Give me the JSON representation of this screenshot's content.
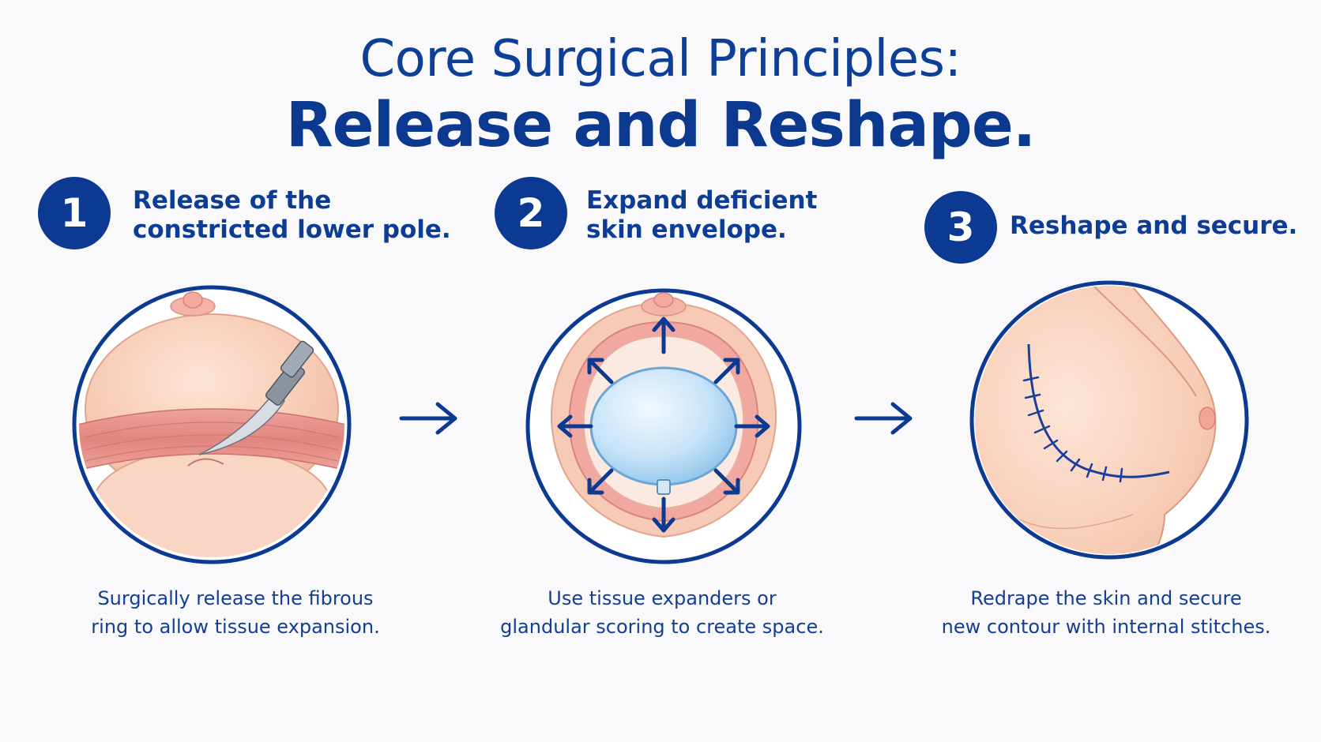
{
  "title": {
    "line1": "Core Surgical Principles:",
    "line2": "Release and Reshape."
  },
  "colors": {
    "primary_navy": "#0c3a92",
    "background": "#f9f9fb",
    "skin": "#f7cdb8",
    "muscle_band": "#e59a94",
    "implant_blue": "#bfe0f7"
  },
  "steps": [
    {
      "number": "1",
      "title": "Release of the\nconstricted lower pole.",
      "caption": "Surgically release the fibrous\nring to allow tissue expansion.",
      "icon": "scalpel-release-illustration"
    },
    {
      "number": "2",
      "title": "Expand deficient\nskin envelope.",
      "caption": "Use tissue expanders or\nglandular scoring to create space.",
      "icon": "tissue-expander-illustration"
    },
    {
      "number": "3",
      "title": "Reshape and secure.",
      "caption": "Redrape the skin and secure\nnew contour with internal stitches.",
      "icon": "sutured-contour-illustration"
    }
  ],
  "connectors": [
    "arrow-right-icon",
    "arrow-right-icon"
  ]
}
